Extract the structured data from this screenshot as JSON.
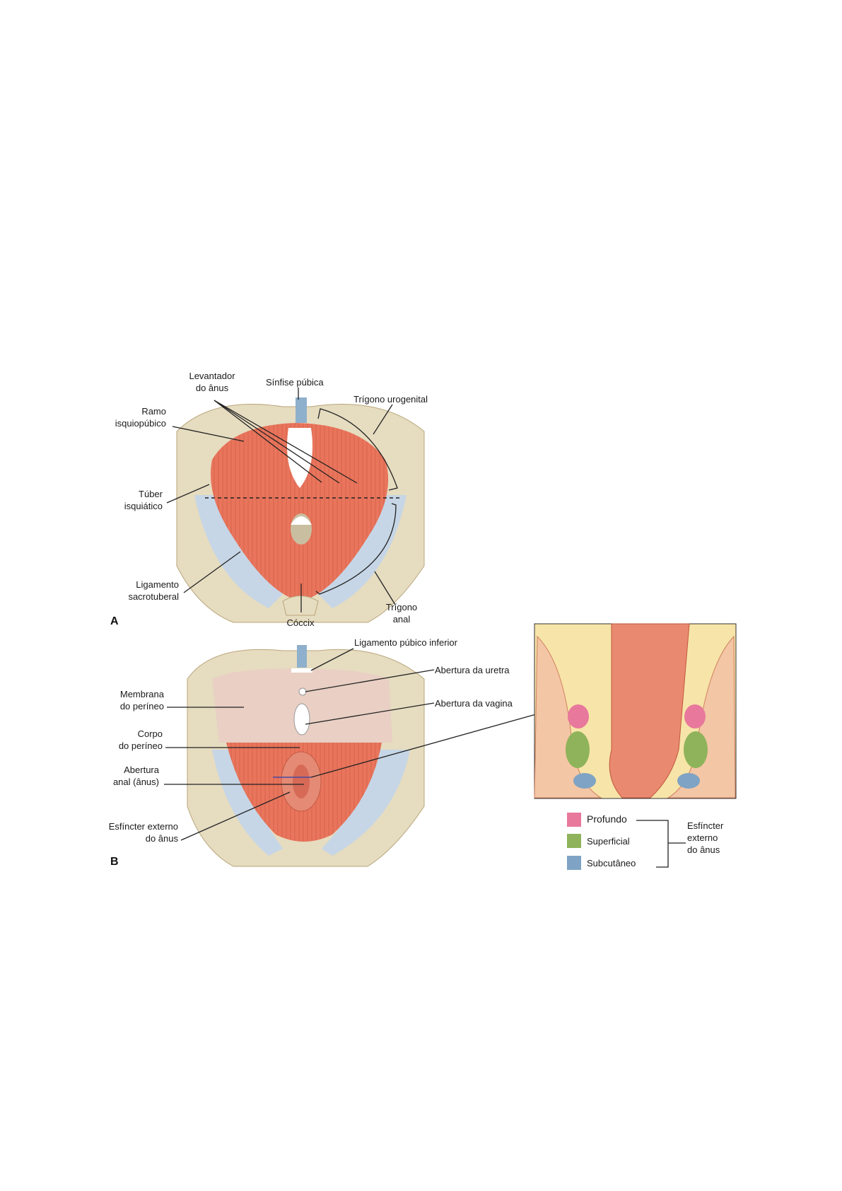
{
  "panel_a": {
    "letter": "A",
    "labels": {
      "levator_1": "Levantador",
      "levator_2": "do ânus",
      "symphysis": "Sínfise púbica",
      "urogenital": "Trígono urogenital",
      "ramus_1": "Ramo",
      "ramus_2": "isquiopúbico",
      "tuber_1": "Túber",
      "tuber_2": "isquiático",
      "sacro_1": "Ligamento",
      "sacro_2": "sacrotuberal",
      "coccyx": "Cóccix",
      "anal_tri_1": "Trígono",
      "anal_tri_2": "anal"
    }
  },
  "panel_b": {
    "letter": "B",
    "labels": {
      "inf_pubic": "Ligamento púbico inferior",
      "urethra": "Abertura da uretra",
      "vagina": "Abertura da vagina",
      "membrane_1": "Membrana",
      "membrane_2": "do períneo",
      "body_1": "Corpo",
      "body_2": "do períneo",
      "anal_1": "Abertura",
      "anal_2": "anal (ânus)",
      "sphincter_1": "Esfíncter externo",
      "sphincter_2": "do ânus"
    }
  },
  "legend": {
    "items": [
      {
        "label": "Profundo",
        "color": "#e8789c"
      },
      {
        "label": "Superficial",
        "color": "#8fb35a"
      },
      {
        "label": "Subcutâneo",
        "color": "#7fa3c4"
      }
    ],
    "group_1": "Esfíncter",
    "group_2": "externo",
    "group_3": "do ânus"
  },
  "colors": {
    "muscle": "#e8755c",
    "bone": "#e6dcc0",
    "ligament": "#c6d6e6",
    "membrane": "#e9cfc4",
    "inset_bg": "#f7e4a8"
  }
}
